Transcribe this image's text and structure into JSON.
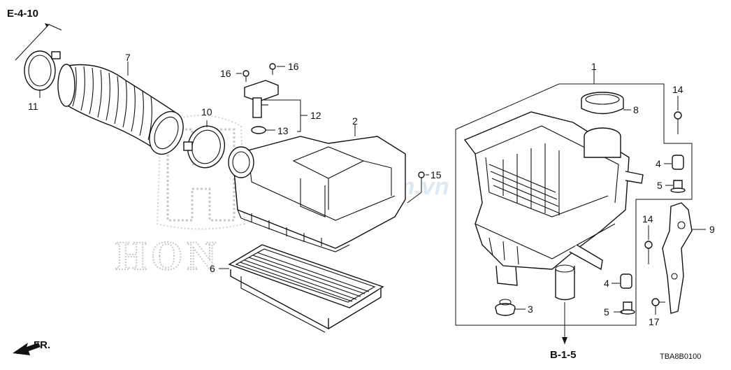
{
  "header": {
    "section_ref": "E-4-10"
  },
  "footer": {
    "section_ref": "B-1-5",
    "diagram_code": "TBA8B0100",
    "direction_label": "FR."
  },
  "watermark": {
    "brand_outline": "HON",
    "site": "S-Parts.com.vn"
  },
  "parts": [
    {
      "id": "p1",
      "no": "1"
    },
    {
      "id": "p2",
      "no": "2"
    },
    {
      "id": "p3",
      "no": "3"
    },
    {
      "id": "p4a",
      "no": "4"
    },
    {
      "id": "p4b",
      "no": "4"
    },
    {
      "id": "p5a",
      "no": "5"
    },
    {
      "id": "p5b",
      "no": "5"
    },
    {
      "id": "p6",
      "no": "6"
    },
    {
      "id": "p7",
      "no": "7"
    },
    {
      "id": "p8",
      "no": "8"
    },
    {
      "id": "p9",
      "no": "9"
    },
    {
      "id": "p10",
      "no": "10"
    },
    {
      "id": "p11",
      "no": "11"
    },
    {
      "id": "p12",
      "no": "12"
    },
    {
      "id": "p13",
      "no": "13"
    },
    {
      "id": "p14a",
      "no": "14"
    },
    {
      "id": "p14b",
      "no": "14"
    },
    {
      "id": "p15",
      "no": "15"
    },
    {
      "id": "p16a",
      "no": "16"
    },
    {
      "id": "p16b",
      "no": "16"
    },
    {
      "id": "p17",
      "no": "17"
    }
  ]
}
